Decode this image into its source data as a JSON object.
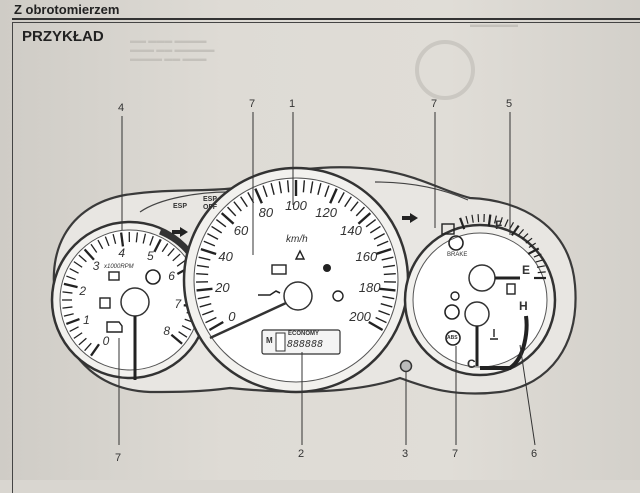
{
  "header": {
    "title": "Z obrotomierzem"
  },
  "section": {
    "title": "PRZYKŁAD"
  },
  "callouts": [
    "1",
    "2",
    "3",
    "4",
    "5",
    "6",
    "7",
    "7",
    "7",
    "7"
  ],
  "speedometer": {
    "labels": [
      "0",
      "20",
      "40",
      "60",
      "80",
      "100",
      "120",
      "140",
      "160",
      "180",
      "200"
    ],
    "unit": "km/h",
    "odometer_mode": "M",
    "economy_label": "ECONOMY",
    "odometer_digits": "888888"
  },
  "tachometer": {
    "labels": [
      "0",
      "1",
      "2",
      "3",
      "4",
      "5",
      "6",
      "7",
      "8"
    ],
    "unit": "x1000RPM"
  },
  "right_gauge": {
    "fuel_full": "F",
    "fuel_empty": "E",
    "temp_hot": "H",
    "temp_cold": "C",
    "brake_label": "BRAKE",
    "abs_label": "ABS"
  },
  "indicators": {
    "esp": "ESP",
    "esp_off": "ESP OFF"
  }
}
